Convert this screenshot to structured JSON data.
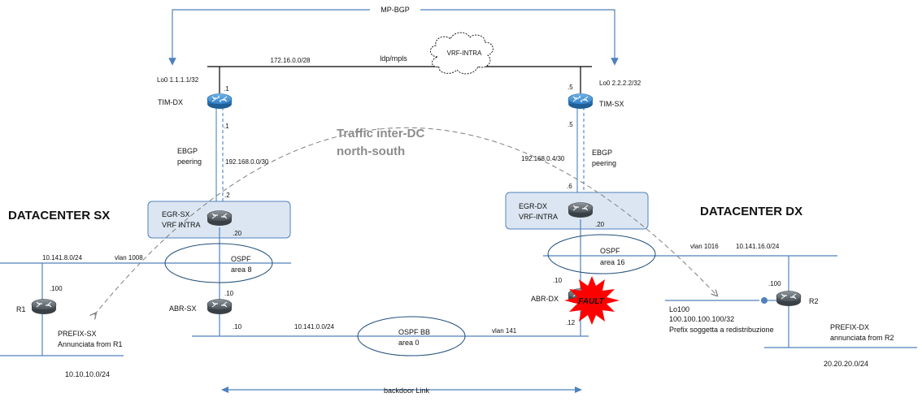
{
  "top": {
    "mpbgp": "MP-BGP",
    "vrf_cloud": "VRF-INTRA",
    "transit_subnet": "172.16.0.0/28",
    "ldp": "ldp/mpls"
  },
  "tim_dx": {
    "name": "TIM-DX",
    "loopback": "Lo0 1.1.1.1/32",
    "ip_up": ".1",
    "ip_down": ".1"
  },
  "tim_sx": {
    "name": "TIM-SX",
    "loopback": "Lo0 2.2.2.2/32",
    "ip_up": ".5",
    "ip_down": ".5"
  },
  "traffic": {
    "line1": "Traffic inter-DC",
    "line2": "north-south"
  },
  "left": {
    "ebgp_line1": "EBGP",
    "ebgp_line2": "peering",
    "ebgp_subnet": "192.168.0.0/30",
    "egr_ip_up": ".2",
    "egr_line1": "EGR-SX",
    "egr_line2": "VRF INTRA",
    "egr_ip_down": ".20",
    "datacenter": "DATACENTER SX",
    "lan_subnet": "10.141.8.0/24",
    "vlan": "vlan  1008",
    "ospf_line1": "OSPF",
    "ospf_line2": "area 8",
    "r1_ip": ".100",
    "r1_name": "R1",
    "abr_ip_up": ".10",
    "abr_name": "ABR-SX",
    "abr_ip_down": ".10",
    "prefix_line1": "PREFIX-SX",
    "prefix_line2": "Annunciata from R1",
    "r1_subnet": "10.10.10.0/24"
  },
  "right": {
    "ebgp_line1": "EBGP",
    "ebgp_line2": "peering",
    "ebgp_subnet": "192.168.0.4/30",
    "egr_ip_up": ".6",
    "egr_line1": "EGR-DX",
    "egr_line2": "VRF-INTRA",
    "egr_ip_down": ".20",
    "datacenter": "DATACENTER DX",
    "vlan": "vlan  1016",
    "lan_subnet": "10.141.16.0/24",
    "ospf_line1": "OSPF",
    "ospf_line2": "area 16",
    "abr_ip_up": ".10",
    "abr_name": "ABR-DX",
    "fault": "FAULT",
    "abr_ip_down": ".12",
    "r2_ip": ".100",
    "r2_name": "R2",
    "lo_line1": "Lo100",
    "lo_line2": "100.100.100.100/32",
    "lo_line3": "Prefix soggetta a redistribuzione",
    "prefix_line1": "PREFIX-DX",
    "prefix_line2": "annunciata from R2",
    "r2_subnet": "20.20.20.0/24"
  },
  "backbone": {
    "subnet": "10.141.0.0/24",
    "ospf_line1": "OSPF BB",
    "ospf_line2": "area 0",
    "vlan": "vlan 141",
    "backdoor": "backdoor Link"
  },
  "colors": {
    "link_blue": "#4f81bd",
    "router_top": "#3e8fd1",
    "router_dark": "#5a6268",
    "box_fill": "#dce6f2",
    "fault_red": "#ff0000"
  }
}
